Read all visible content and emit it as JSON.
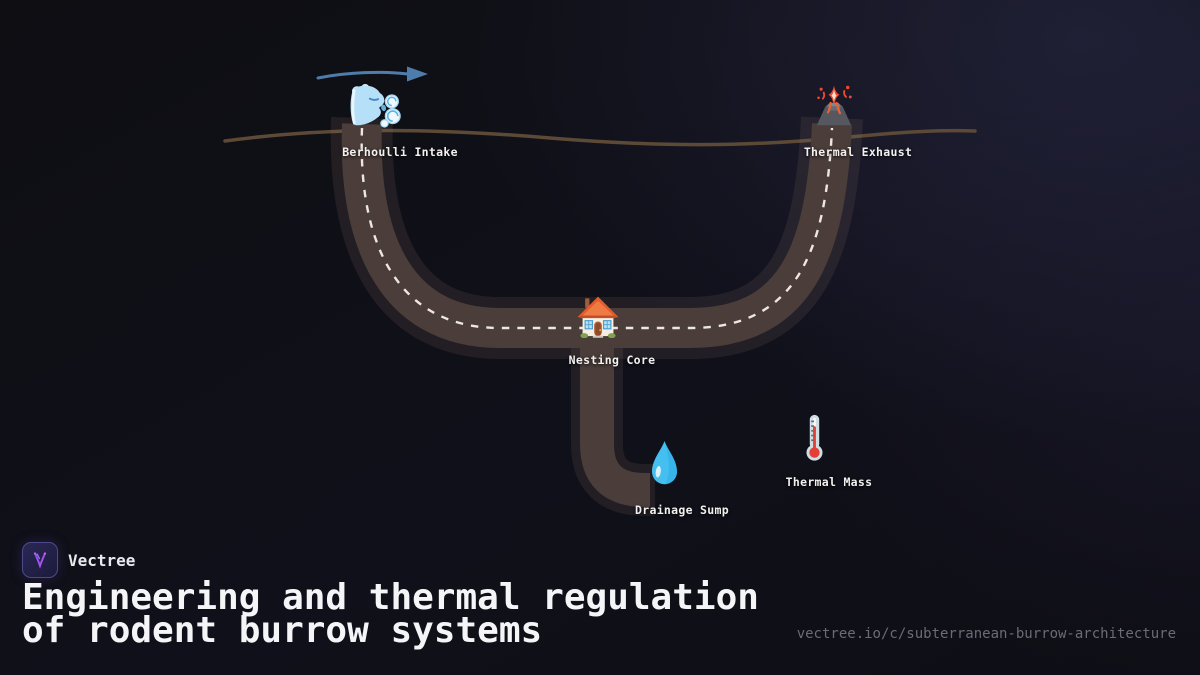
{
  "brand": {
    "name": "Vectree"
  },
  "title": {
    "line1": "Engineering and thermal regulation",
    "line2": "of rodent burrow systems"
  },
  "footer_url": "vectree.io/c/subterranean-burrow-architecture",
  "diagram": {
    "nodes": [
      {
        "id": "intake",
        "icon": "wind-face-icon",
        "label": "Berhoulli Intake"
      },
      {
        "id": "exhaust",
        "icon": "volcano-icon",
        "label": "Thermal Exhaust"
      },
      {
        "id": "nesting-core",
        "icon": "house-icon",
        "label": "Nesting Core"
      },
      {
        "id": "drainage-sump",
        "icon": "droplet-icon",
        "label": "Drainage Sump"
      },
      {
        "id": "thermal-mass",
        "icon": "thermometer-icon",
        "label": "Thermal Mass"
      }
    ],
    "colors": {
      "tunnel": "#4a3d3a",
      "tunnel_glow": "rgba(160,132,118,0.13)",
      "ground_line": "#5c4936",
      "airflow_dash": "#ece7e1",
      "wind_arrow": "#4f7dab",
      "label_text": "#f2f1ef",
      "url_text": "#6b6b79"
    }
  }
}
